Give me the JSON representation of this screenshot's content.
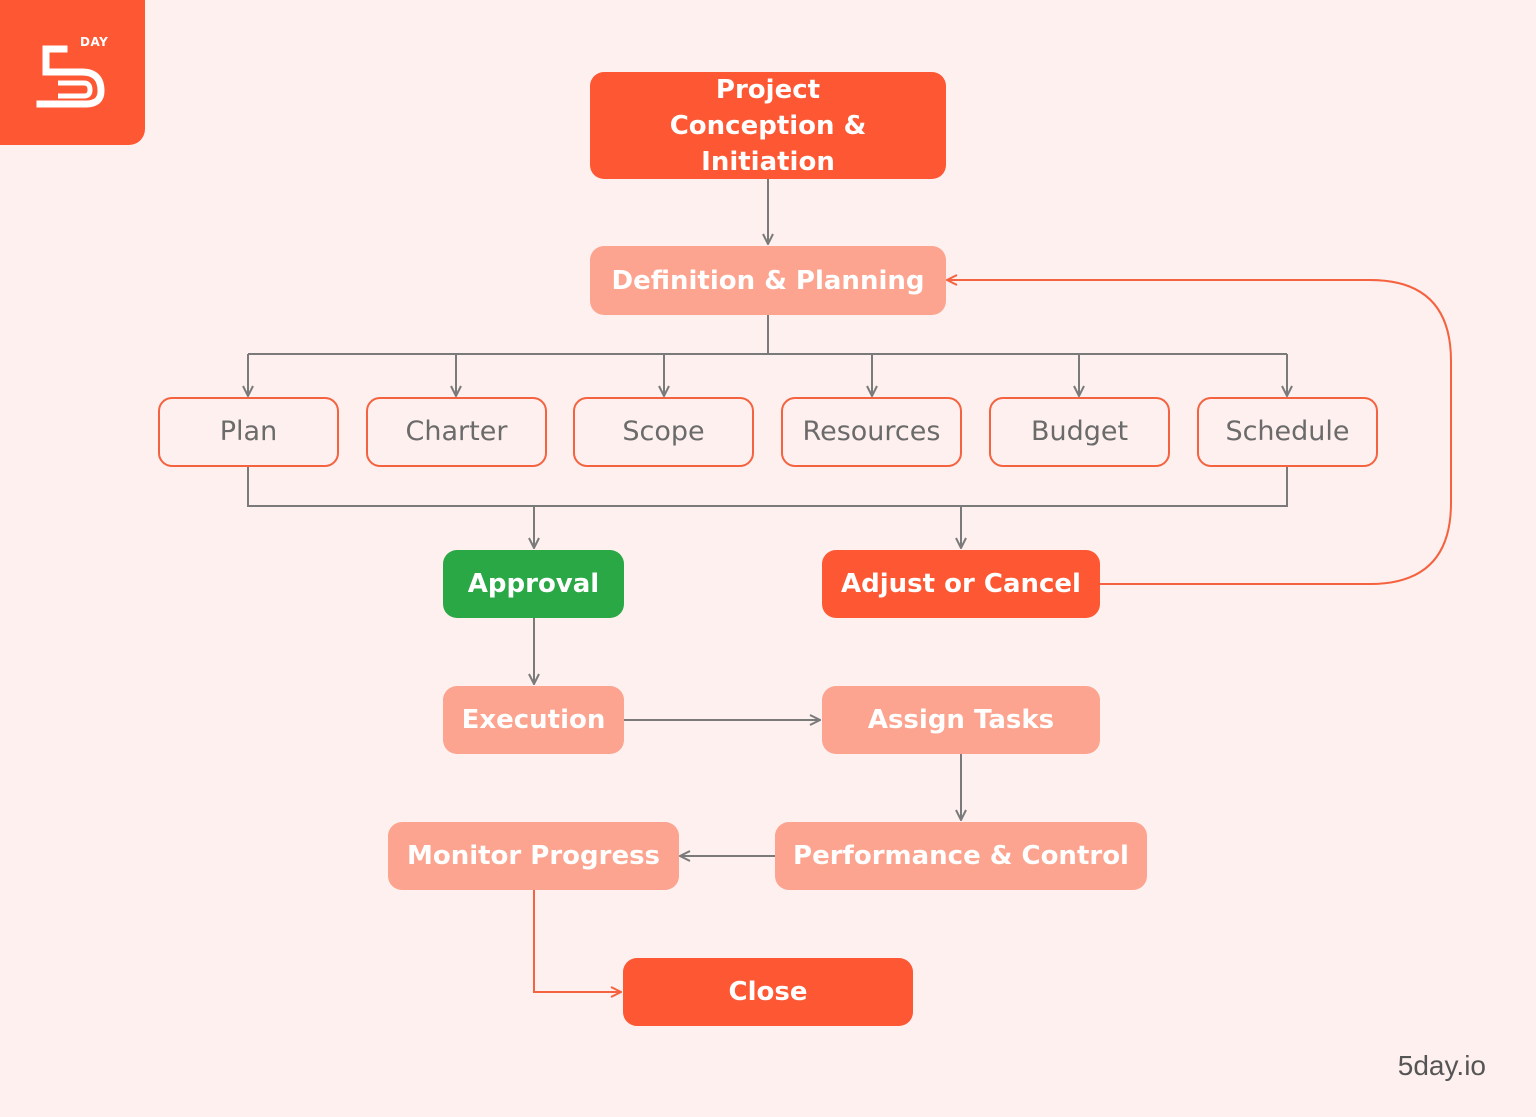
{
  "brand": {
    "logo_text": "DAY",
    "footer_url": "5day.io"
  },
  "diagram": {
    "nodes": {
      "conception": "Project Conception & Initiation",
      "definition": "Definition & Planning",
      "plan": "Plan",
      "charter": "Charter",
      "scope": "Scope",
      "resources": "Resources",
      "budget": "Budget",
      "schedule": "Schedule",
      "approval": "Approval",
      "adjust": "Adjust or Cancel",
      "execution": "Execution",
      "assign": "Assign Tasks",
      "performance": "Performance & Control",
      "monitor": "Monitor Progress",
      "close": "Close"
    }
  },
  "colors": {
    "primary": "#fe5733",
    "light": "#fca48f",
    "approval": "#2aa846",
    "connector": "#7a7a7a",
    "accent_connector": "#f4623f",
    "background": "#fdf0ee"
  }
}
